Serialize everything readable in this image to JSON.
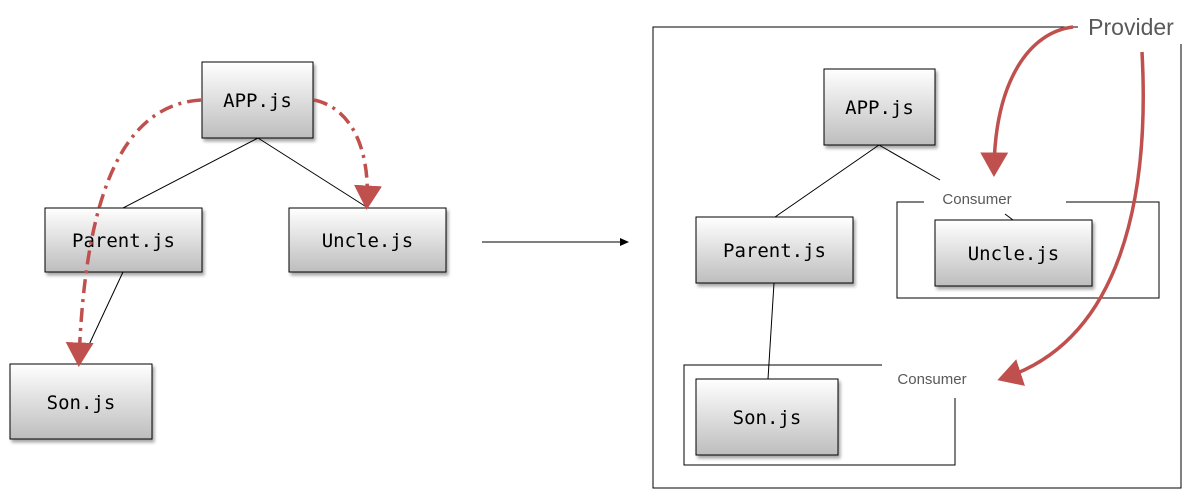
{
  "left_tree": {
    "app": "APP.js",
    "parent": "Parent.js",
    "uncle": "Uncle.js",
    "son": "Son.js"
  },
  "right_tree": {
    "app": "APP.js",
    "parent": "Parent.js",
    "uncle": "Uncle.js",
    "son": "Son.js",
    "consumer_top": "Consumer",
    "consumer_bottom": "Consumer",
    "provider": "Provider"
  },
  "colors": {
    "node_fill_top": "#ffffff",
    "node_fill_bottom": "#bfbfbf",
    "dash_arrow": "#c0504d",
    "provider_arrow": "#c0504d",
    "label_gray": "#595959"
  }
}
